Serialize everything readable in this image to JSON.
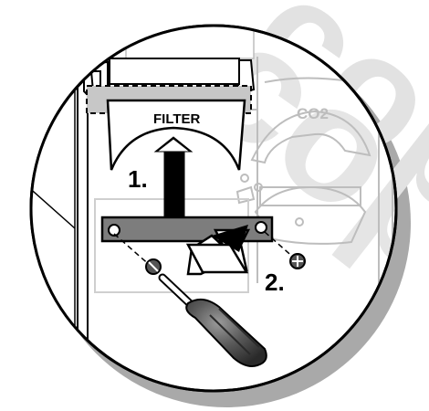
{
  "diagram": {
    "watermark_text": "copy",
    "filter_label": "FILTER",
    "co2_label": "CO2",
    "step1_label": "1.",
    "step2_label": "2."
  },
  "colors": {
    "bracket": "#7d7d7d",
    "filter_band": "#c7c7c7",
    "shadow": "#a9a9a9",
    "outline": "#000000",
    "ghost_line": "#bdbdbd",
    "watermark": "#d8d8d8",
    "screwdriver_handle": "#5a5a5a"
  },
  "icons": {
    "screw": "screw-icon",
    "screwdriver": "screwdriver-icon",
    "arrow_up": "arrow-up-icon",
    "arrow_push": "arrow-right-up-icon"
  }
}
